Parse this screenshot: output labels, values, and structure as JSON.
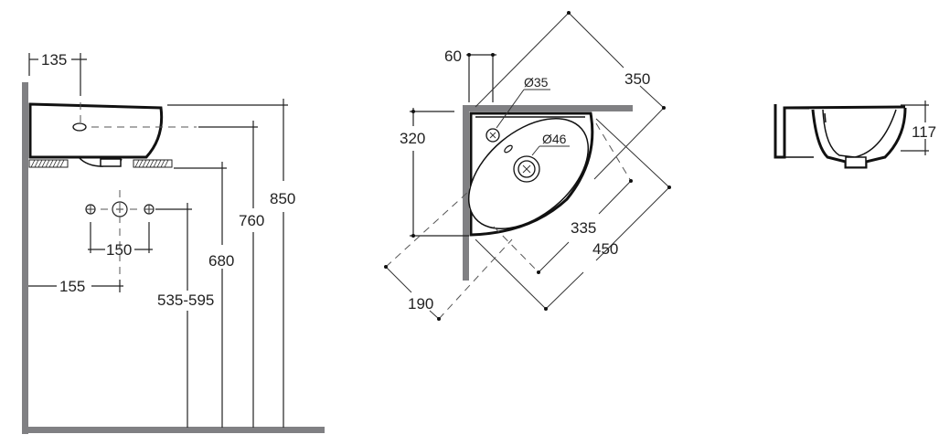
{
  "drawing": {
    "subject": "corner washbasin dimension drawing",
    "colors": {
      "line": "#222222",
      "wall": "#808083",
      "background": "#ffffff"
    }
  },
  "side_view": {
    "dimensions": {
      "tap_offset": "135",
      "height_top": "850",
      "height_overflow": "760",
      "height_bottom": "680",
      "supply_height": "535-595",
      "supply_spacing": "150",
      "drain_offset": "155"
    }
  },
  "top_view": {
    "dimensions": {
      "tap_offset": "60",
      "tap_hole": "Ø35",
      "drain_hole": "Ø46",
      "depth": "320",
      "diagonal_side": "350",
      "bowl_width": "335",
      "overall_width": "450",
      "corner_depth": "190"
    }
  },
  "section_view": {
    "dimensions": {
      "bowl_depth": "117"
    }
  }
}
